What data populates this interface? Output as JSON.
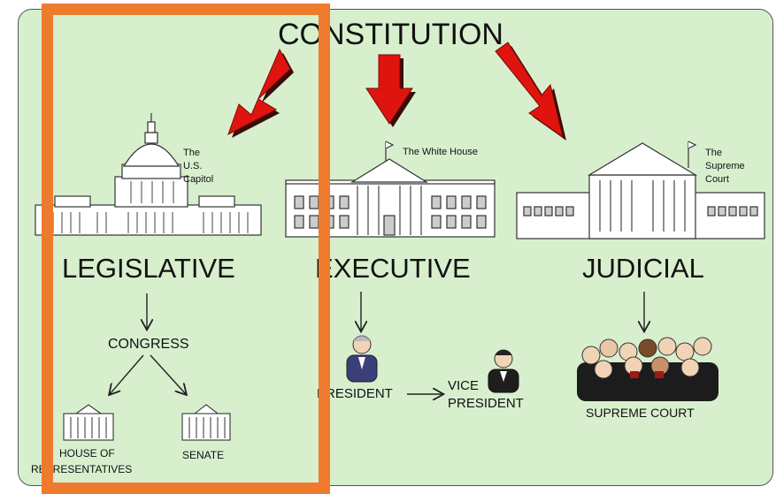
{
  "title": "CONSTITUTION",
  "branches": {
    "legislative": {
      "name": "LEGISLATIVE",
      "building": "The\nU.S.\nCapitol",
      "body": "CONGRESS",
      "chambers": [
        "HOUSE OF",
        "REPRESENTATIVES",
        "SENATE"
      ]
    },
    "executive": {
      "name": "EXECUTIVE",
      "building": "The White House",
      "officials": [
        "PRESIDENT",
        "VICE",
        "PRESIDENT"
      ]
    },
    "judicial": {
      "name": "JUDICIAL",
      "building": "The\nSupreme\nCourt",
      "body": "SUPREME COURT"
    }
  },
  "colors": {
    "panel": "#d8efce",
    "arrow": "#e0140f",
    "highlight": "#ee7a2e"
  }
}
